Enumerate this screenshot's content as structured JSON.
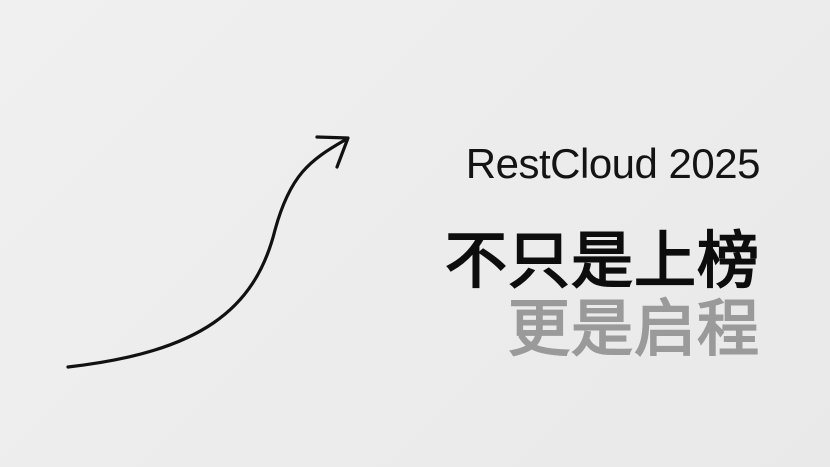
{
  "slide": {
    "brand_line": "RestCloud 2025",
    "headline_primary": "不只是上榜",
    "headline_secondary": "更是启程",
    "icon": "upward-curved-arrow-icon",
    "colors": {
      "background": "#ededed",
      "text_primary": "#0d0d0d",
      "text_secondary": "#9a9a9a",
      "arrow_stroke": "#111111"
    }
  }
}
